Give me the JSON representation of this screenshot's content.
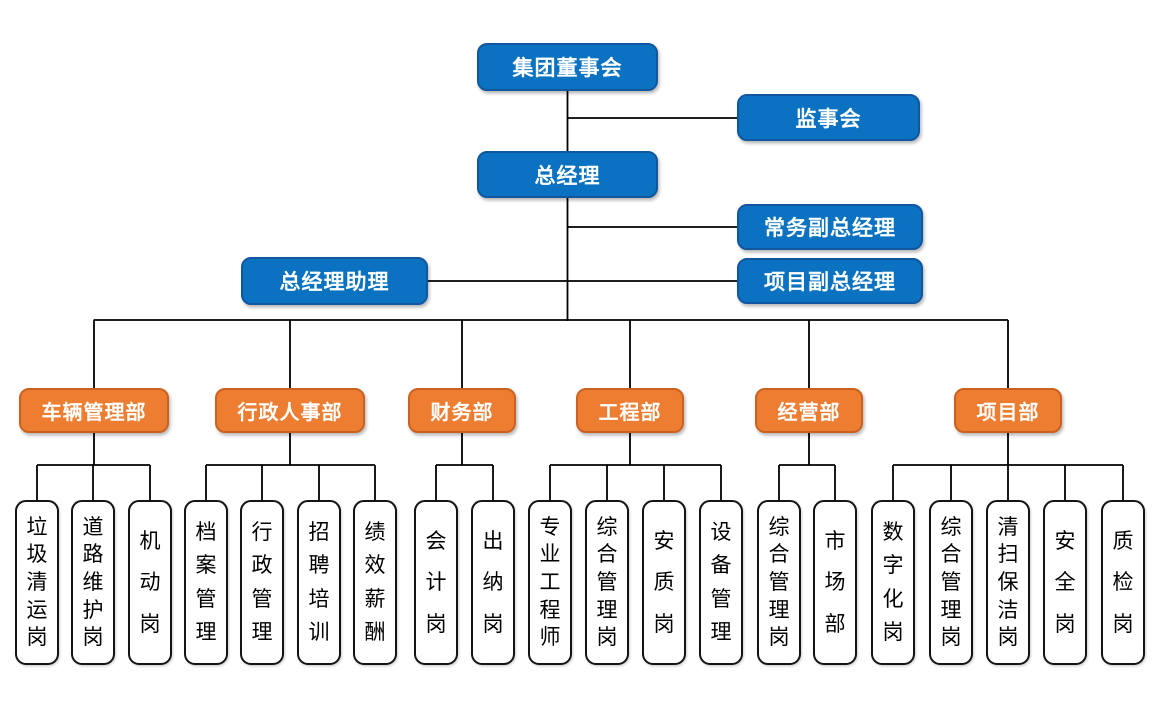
{
  "chart": {
    "type": "org-chart",
    "colors": {
      "executive_fill": "#0a72c0",
      "executive_border": "#1157a0",
      "department_fill": "#ed7d31",
      "department_border": "#cb6120",
      "position_fill": "#ffffff",
      "position_border": "#141414",
      "connector_line": "#000000",
      "text_on_color": "#ffffff",
      "text_on_white": "#000000"
    },
    "executives": {
      "board": {
        "label": "集团董事会"
      },
      "supervisory": {
        "label": "监事会"
      },
      "general_manager": {
        "label": "总经理"
      },
      "executive_deputy_gm": {
        "label": "常务副总经理"
      },
      "gm_assistant": {
        "label": "总经理助理"
      },
      "project_deputy_gm": {
        "label": "项目副总经理"
      }
    },
    "departments": [
      {
        "label": "车辆管理部",
        "positions": [
          "垃圾清运岗",
          "道路维护岗",
          "机动岗"
        ]
      },
      {
        "label": "行政人事部",
        "positions": [
          "档案管理",
          "行政管理",
          "招聘培训",
          "绩效薪酬"
        ]
      },
      {
        "label": "财务部",
        "positions": [
          "会计岗",
          "出纳岗"
        ]
      },
      {
        "label": "工程部",
        "positions": [
          "专业工程师",
          "综合管理岗",
          "安质岗",
          "设备管理"
        ]
      },
      {
        "label": "经营部",
        "positions": [
          "综合管理岗",
          "市场部"
        ]
      },
      {
        "label": "项目部",
        "positions": [
          "数字化岗",
          "综合管理岗",
          "清扫保洁岗",
          "安全岗",
          "质检岗"
        ]
      }
    ]
  }
}
